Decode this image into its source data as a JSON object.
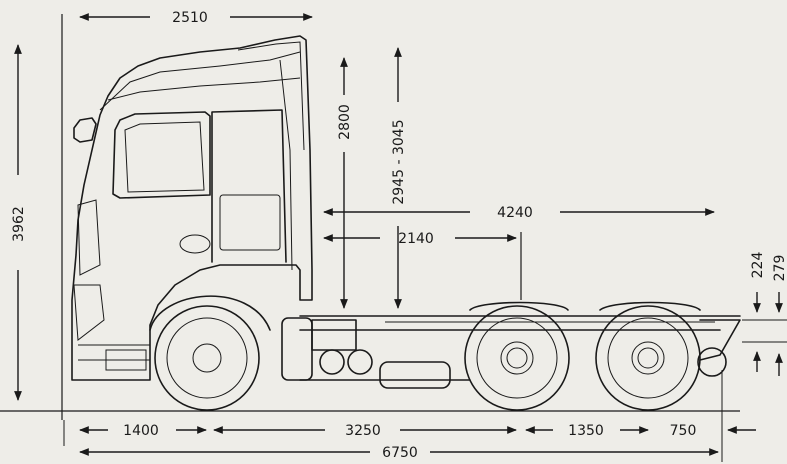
{
  "dimensions": {
    "cab_length": "2510",
    "overall_height": "3962",
    "cab_height": "2800",
    "height_range": "2945 - 3045",
    "wheelbase_to_end": "4240",
    "cab_to_axle": "2140",
    "chassis_rear_height": "224",
    "rear_overhang_height": "279",
    "front_overhang": "1400",
    "wheelbase": "3250",
    "axle_spacing": "1350",
    "rear_overhang": "750",
    "overall_length": "6750"
  },
  "colors": {
    "background": "#eeede8",
    "line": "#1a1a1a"
  }
}
